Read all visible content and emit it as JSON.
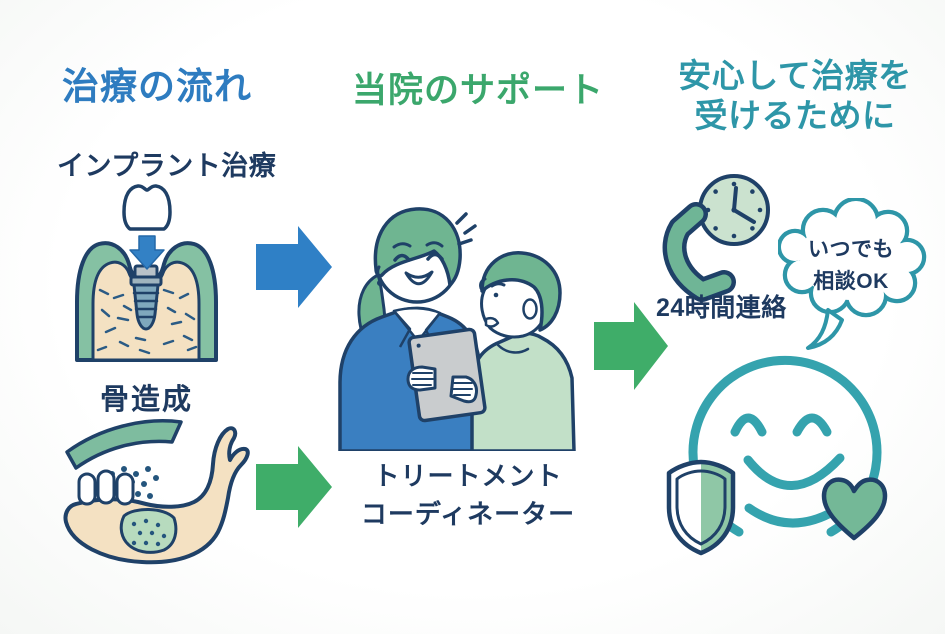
{
  "flow": {
    "heading": "治療の流れ",
    "implant_label": "インプラント治療",
    "bone_graft_label": "骨造成"
  },
  "support": {
    "heading": "当院のサポート",
    "caption_line1": "トリートメント",
    "caption_line2": "コーディネーター"
  },
  "assurance": {
    "heading_line1": "安心して治療を",
    "heading_line2": "受けるために",
    "contact_label": "24時間連絡",
    "bubble_line1": "いつでも",
    "bubble_line2": "相談OK"
  },
  "icons": [
    "tooth-crown-icon",
    "down-arrow-icon",
    "implant-screw-icon",
    "gum-bone-icon",
    "membrane-strip-icon",
    "jawbone-icon",
    "bone-graft-particles-icon",
    "right-arrow-icon",
    "tablet-icon",
    "sparkle-icon",
    "phone-icon",
    "clock-icon",
    "speech-bubble-icon",
    "smiley-face-icon",
    "shield-icon",
    "heart-icon"
  ],
  "colors": {
    "flow_heading": "#2E7CC0",
    "support_heading": "#3BA76C",
    "assurance_heading": "#2E96A8",
    "body_text": "#1E3A60",
    "outline_navy": "#1F4168",
    "arrow_blue": "#2F80C6",
    "arrow_green": "#3FAD69",
    "teal_line": "#35A3AE",
    "green_fill": "#7FBF9F",
    "light_green_fill": "#C9E2CF",
    "beige_fill": "#F4E1C2",
    "blazer_blue": "#3A7FC1",
    "tablet_gray": "#C9CCCE"
  }
}
